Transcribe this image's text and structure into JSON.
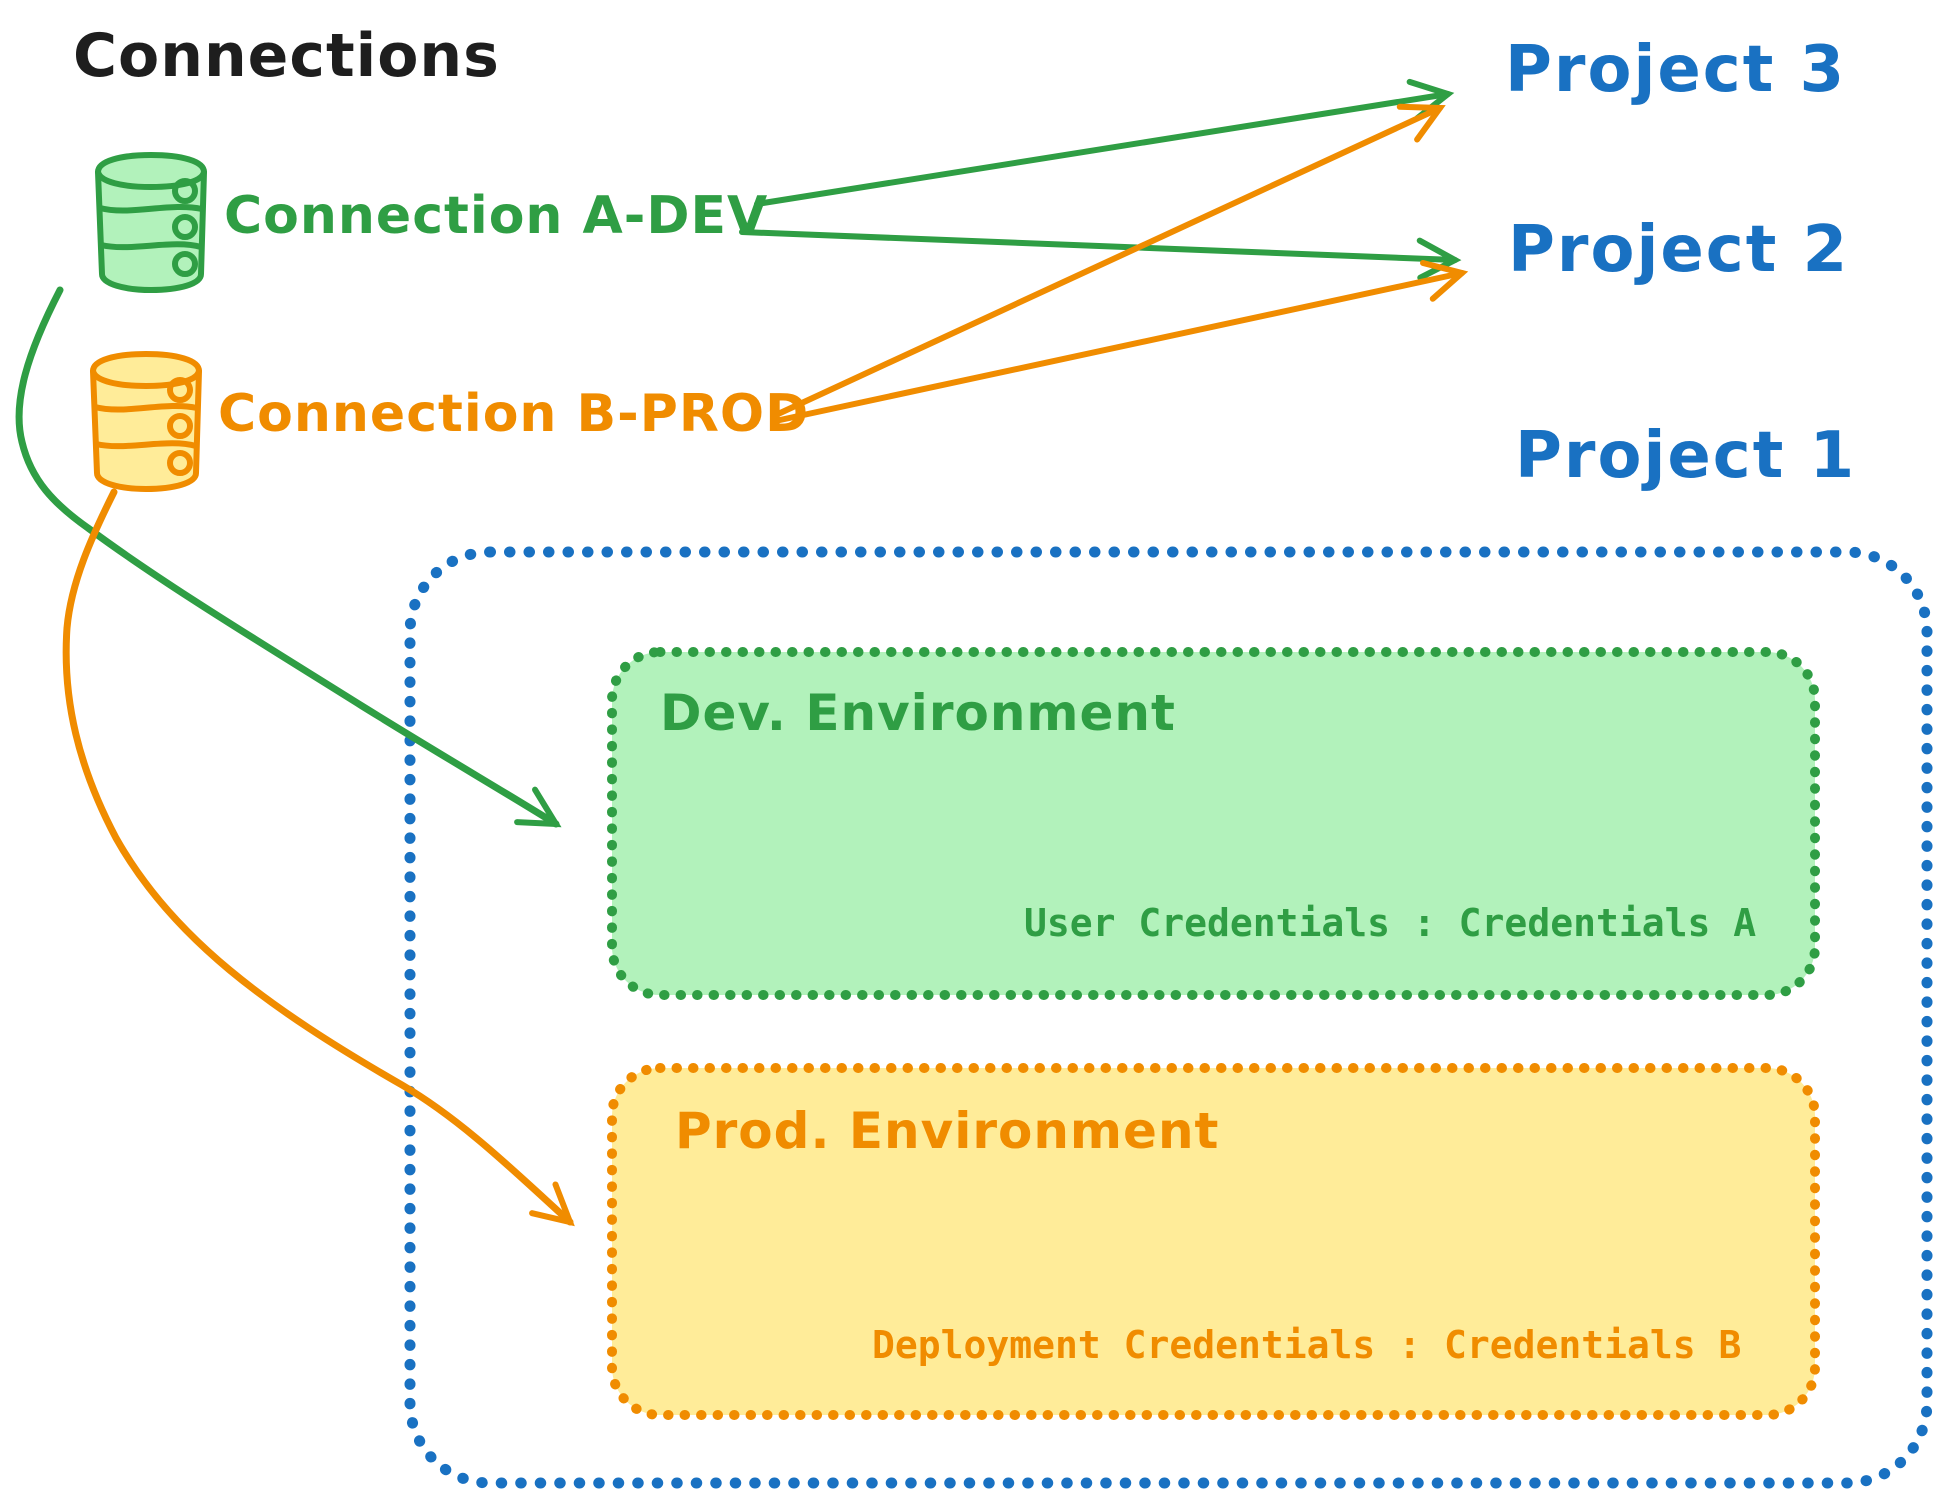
{
  "title": "Connections",
  "colors": {
    "black": "#1e1e1e",
    "blue": "#1971c2",
    "green_stroke": "#2f9e44",
    "green_fill": "#b2f2bb",
    "orange_stroke": "#f08c00",
    "orange_fill": "#ffec99"
  },
  "connections": [
    {
      "label": "Connection A-DEV",
      "color": "#2f9e44",
      "icon": "database-icon"
    },
    {
      "label": "Connection B-PROD",
      "color": "#f08c00",
      "icon": "database-icon"
    }
  ],
  "projects": [
    {
      "label": "Project 3"
    },
    {
      "label": "Project 2"
    },
    {
      "label": "Project 1"
    }
  ],
  "project1_environments": {
    "dev": {
      "title": "Dev. Environment",
      "credentials": "User Credentials : Credentials A"
    },
    "prod": {
      "title": "Prod. Environment",
      "credentials": "Deployment Credentials : Credentials B"
    }
  },
  "edges": [
    {
      "from": "Connection A-DEV",
      "to": "Project 3"
    },
    {
      "from": "Connection A-DEV",
      "to": "Project 2"
    },
    {
      "from": "Connection A-DEV",
      "to": "Dev. Environment (Project 1)"
    },
    {
      "from": "Connection B-PROD",
      "to": "Project 3"
    },
    {
      "from": "Connection B-PROD",
      "to": "Project 2"
    },
    {
      "from": "Connection B-PROD",
      "to": "Prod. Environment (Project 1)"
    }
  ]
}
